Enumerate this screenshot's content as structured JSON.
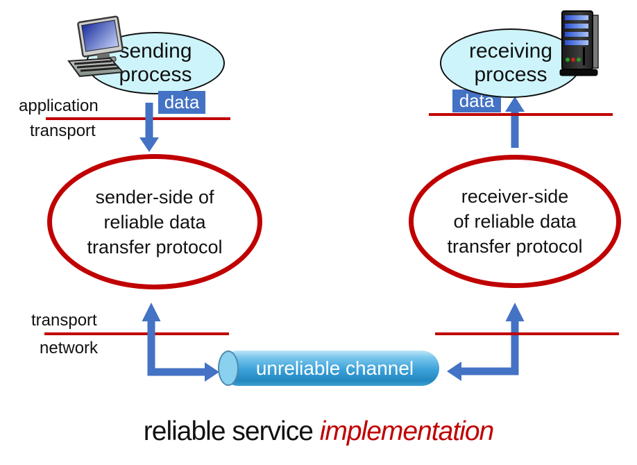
{
  "colors": {
    "red": "#c00000",
    "arrow-blue": "#4472c4",
    "process-fill": "#cdf4fa",
    "cylinder-blue": "#2f9ad2"
  },
  "sender": {
    "process_line1": "sending",
    "process_line2": "process",
    "data_label": "data",
    "layer_above": "application",
    "layer_below": "transport",
    "protocol_line1": "sender-side of",
    "protocol_line2": "reliable data",
    "protocol_line3": "transfer protocol",
    "lower_layer_above": "transport",
    "lower_layer_below": "network"
  },
  "receiver": {
    "process_line1": "receiving",
    "process_line2": "process",
    "data_label": "data",
    "protocol_line1": "receiver-side",
    "protocol_line2": "of reliable data",
    "protocol_line3": "transfer protocol"
  },
  "channel": {
    "label": "unreliable channel"
  },
  "caption": {
    "normal": "reliable service",
    "emphasis": "implementation"
  },
  "icons": {
    "sender": "desktop-computer-icon",
    "receiver": "server-tower-icon"
  }
}
